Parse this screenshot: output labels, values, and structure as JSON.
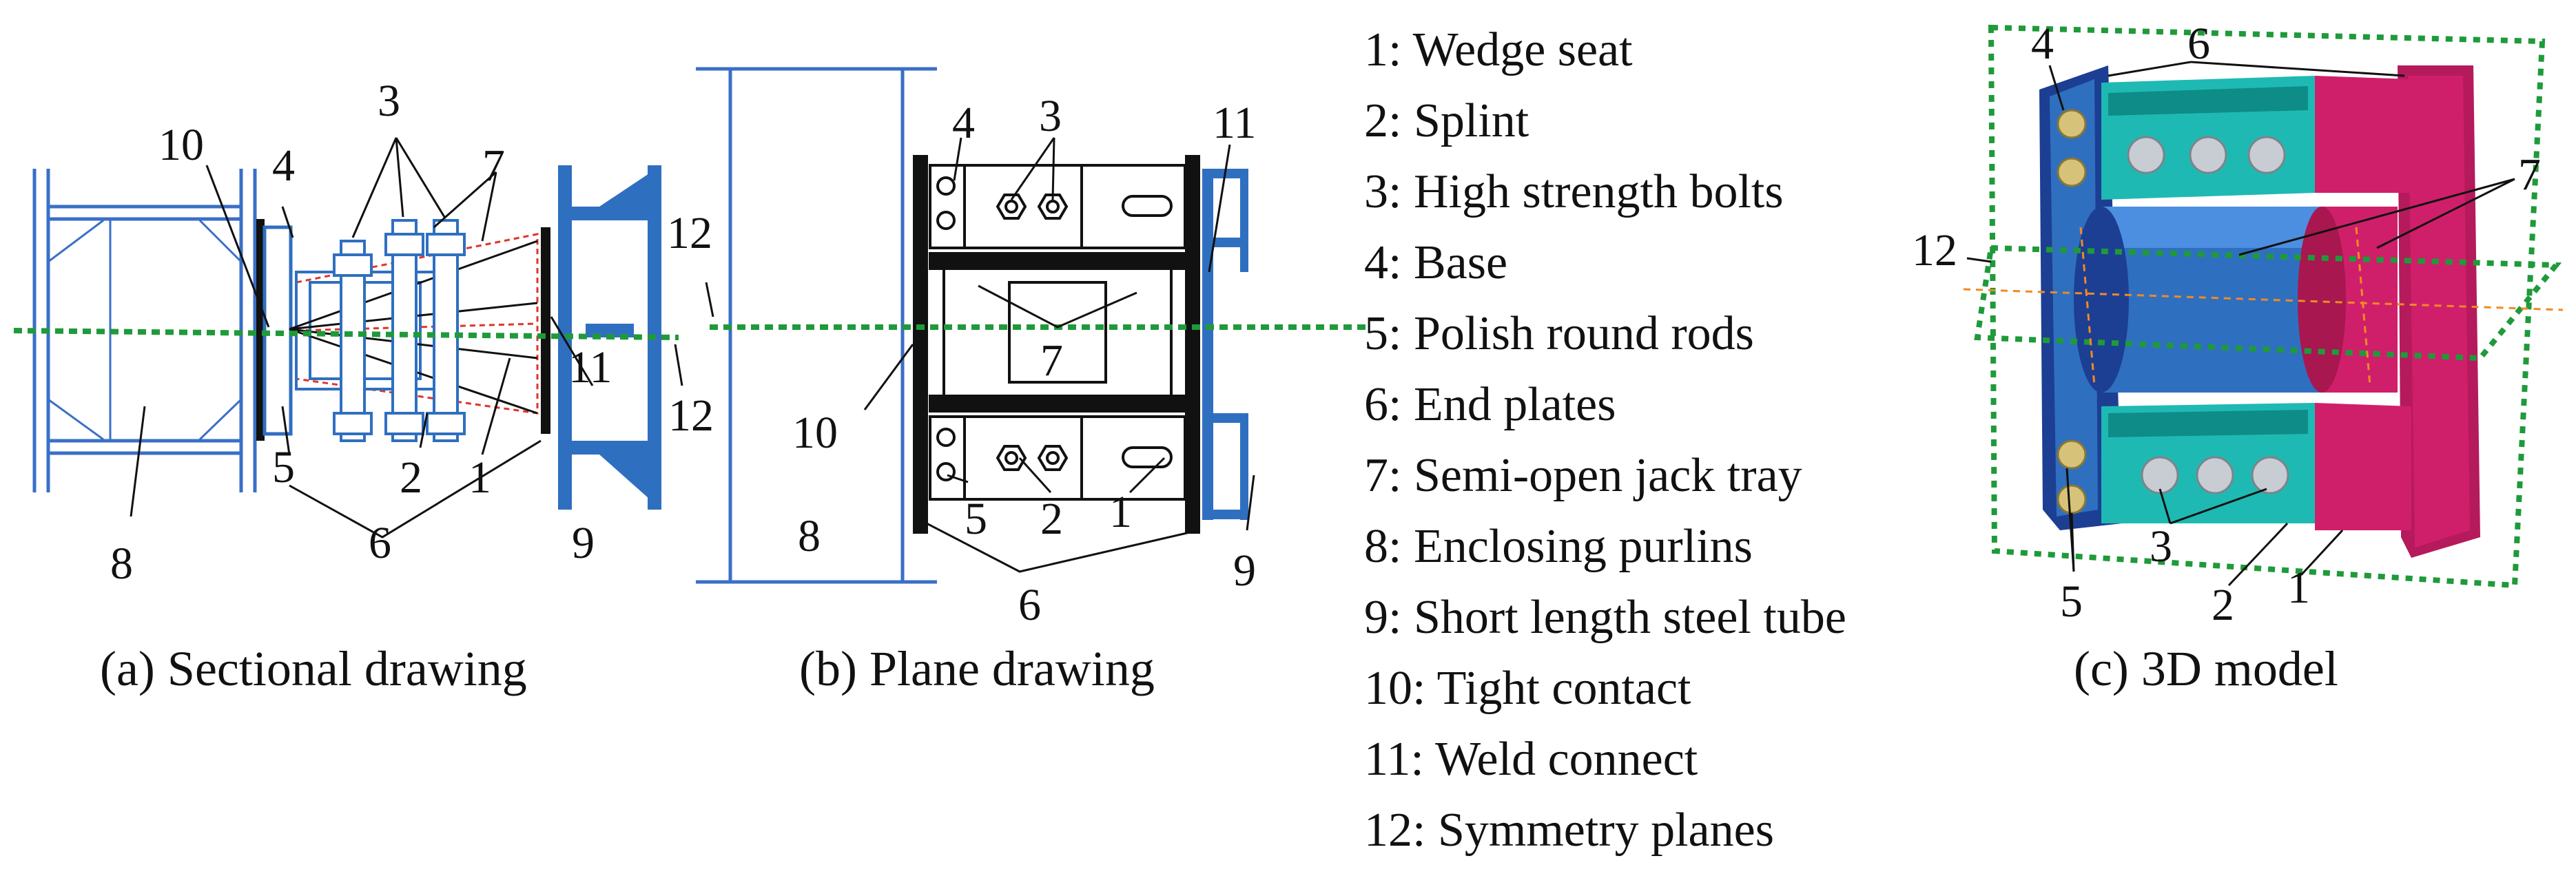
{
  "colors": {
    "steel_blue": "#2f6fc0",
    "purlin_blue": "#3a6fc7",
    "dark_blue": "#1c3f93",
    "sym_green": "#1f9a3a",
    "bolt_red": "#e0342a",
    "teal": "#1fb9b3",
    "magenta": "#cf1f6a",
    "rod_tan": "#d7c27a",
    "dashed_orange": "#f08a24"
  },
  "panels": {
    "a": {
      "caption": "(a) Sectional drawing",
      "callouts": [
        "10",
        "4",
        "3",
        "7",
        "11",
        "12",
        "5",
        "2",
        "1",
        "6",
        "9",
        "8"
      ]
    },
    "b": {
      "caption": "(b) Plane drawing",
      "callouts": [
        "4",
        "3",
        "11",
        "12",
        "7",
        "10",
        "8",
        "5",
        "2",
        "1",
        "6",
        "9"
      ]
    },
    "c": {
      "caption": "(c) 3D model",
      "callouts": [
        "4",
        "6",
        "7",
        "12",
        "3",
        "5",
        "2",
        "1"
      ]
    }
  },
  "legend": [
    "1: Wedge seat",
    "2: Splint",
    "3: High strength bolts",
    "4: Base",
    "5: Polish round rods",
    "6: End plates",
    "7: Semi-open jack tray",
    "8: Enclosing purlins",
    "9: Short length steel tube",
    "10: Tight contact",
    "11: Weld connect",
    "12: Symmetry planes"
  ]
}
